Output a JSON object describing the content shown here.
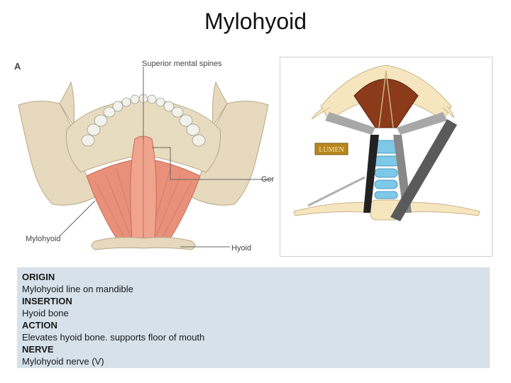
{
  "slide": {
    "title": "Mylohyoid"
  },
  "figure_left": {
    "panel_letter": "A",
    "labels": {
      "superior_mental_spines": "Superior mental spines",
      "gen": "Ger",
      "mylohyoid": "Mylohyoid",
      "hyoid": "Hyoid"
    }
  },
  "figure_right": {
    "watermark": "LUMEN"
  },
  "info": {
    "origin_heading": "ORIGIN",
    "origin_text": "Mylohyoid line on mandible",
    "insertion_heading": "INSERTION",
    "insertion_text": "Hyoid bone",
    "action_heading": "ACTION",
    "action_text": "Elevates hyoid bone. supports floor of mouth",
    "nerve_heading": "NERVE",
    "nerve_text": "Mylohyoid nerve (V)"
  },
  "colors": {
    "bone": "#e8dcc0",
    "muscle": "#e8907a",
    "info_bg": "#d6e1ea",
    "diagram_muscle_brown": "#8b3a1a",
    "diagram_cartilage_blue": "#7ec8e8"
  }
}
